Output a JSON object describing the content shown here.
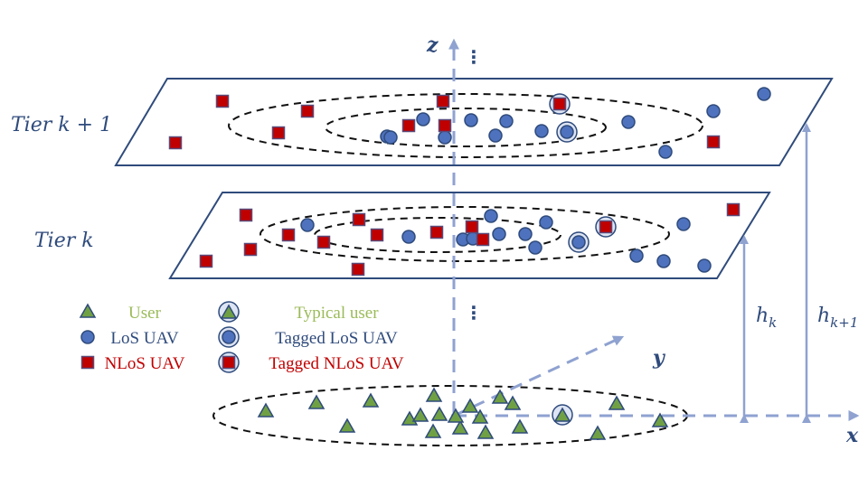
{
  "colors": {
    "plane_stroke": "#2f4b7c",
    "axis": "#8fa2d0",
    "los": "#4f72be",
    "los_stroke": "#2f4b7c",
    "nlos": "#c00000",
    "nlos_stroke": "#5a4a7a",
    "user": "#70a044",
    "user_stroke": "#2f4b7c",
    "tag_fill": "#dde4f3",
    "user_text": "#9bbb59",
    "los_text": "#2f4b7c",
    "nlos_text": "#c00000"
  },
  "labels": {
    "tier_upper": "Tier k + 1",
    "tier_lower": "Tier k",
    "axis_z": "z",
    "axis_y": "y",
    "axis_x": "x",
    "h_k": "h",
    "h_k_sub": "k",
    "h_k1": "h",
    "h_k1_sub": "k+1",
    "ellipsis": "⋮"
  },
  "legend": [
    {
      "symbol": "user",
      "label": "User",
      "color_key": "user_text"
    },
    {
      "symbol": "los",
      "label": "LoS UAV",
      "color_key": "los_text"
    },
    {
      "symbol": "nlos",
      "label": "NLoS UAV",
      "color_key": "nlos_text"
    },
    {
      "symbol": "typical-user",
      "label": "Typical user",
      "color_key": "user_text"
    },
    {
      "symbol": "tagged-los",
      "label": "Tagged LoS UAV",
      "color_key": "los_text"
    },
    {
      "symbol": "tagged-nlos",
      "label": "Tagged NLoS UAV",
      "color_key": "nlos_text"
    }
  ],
  "tiers": [
    {
      "name": "tier-k-plus-1",
      "los_count": 14,
      "nlos_count": 9,
      "tagged": [
        "nlos",
        "los"
      ]
    },
    {
      "name": "tier-k",
      "los_count": 15,
      "nlos_count": 15,
      "tagged": [
        "nlos",
        "los"
      ]
    }
  ],
  "ground": {
    "user_count": 21,
    "typical_user": 1
  }
}
